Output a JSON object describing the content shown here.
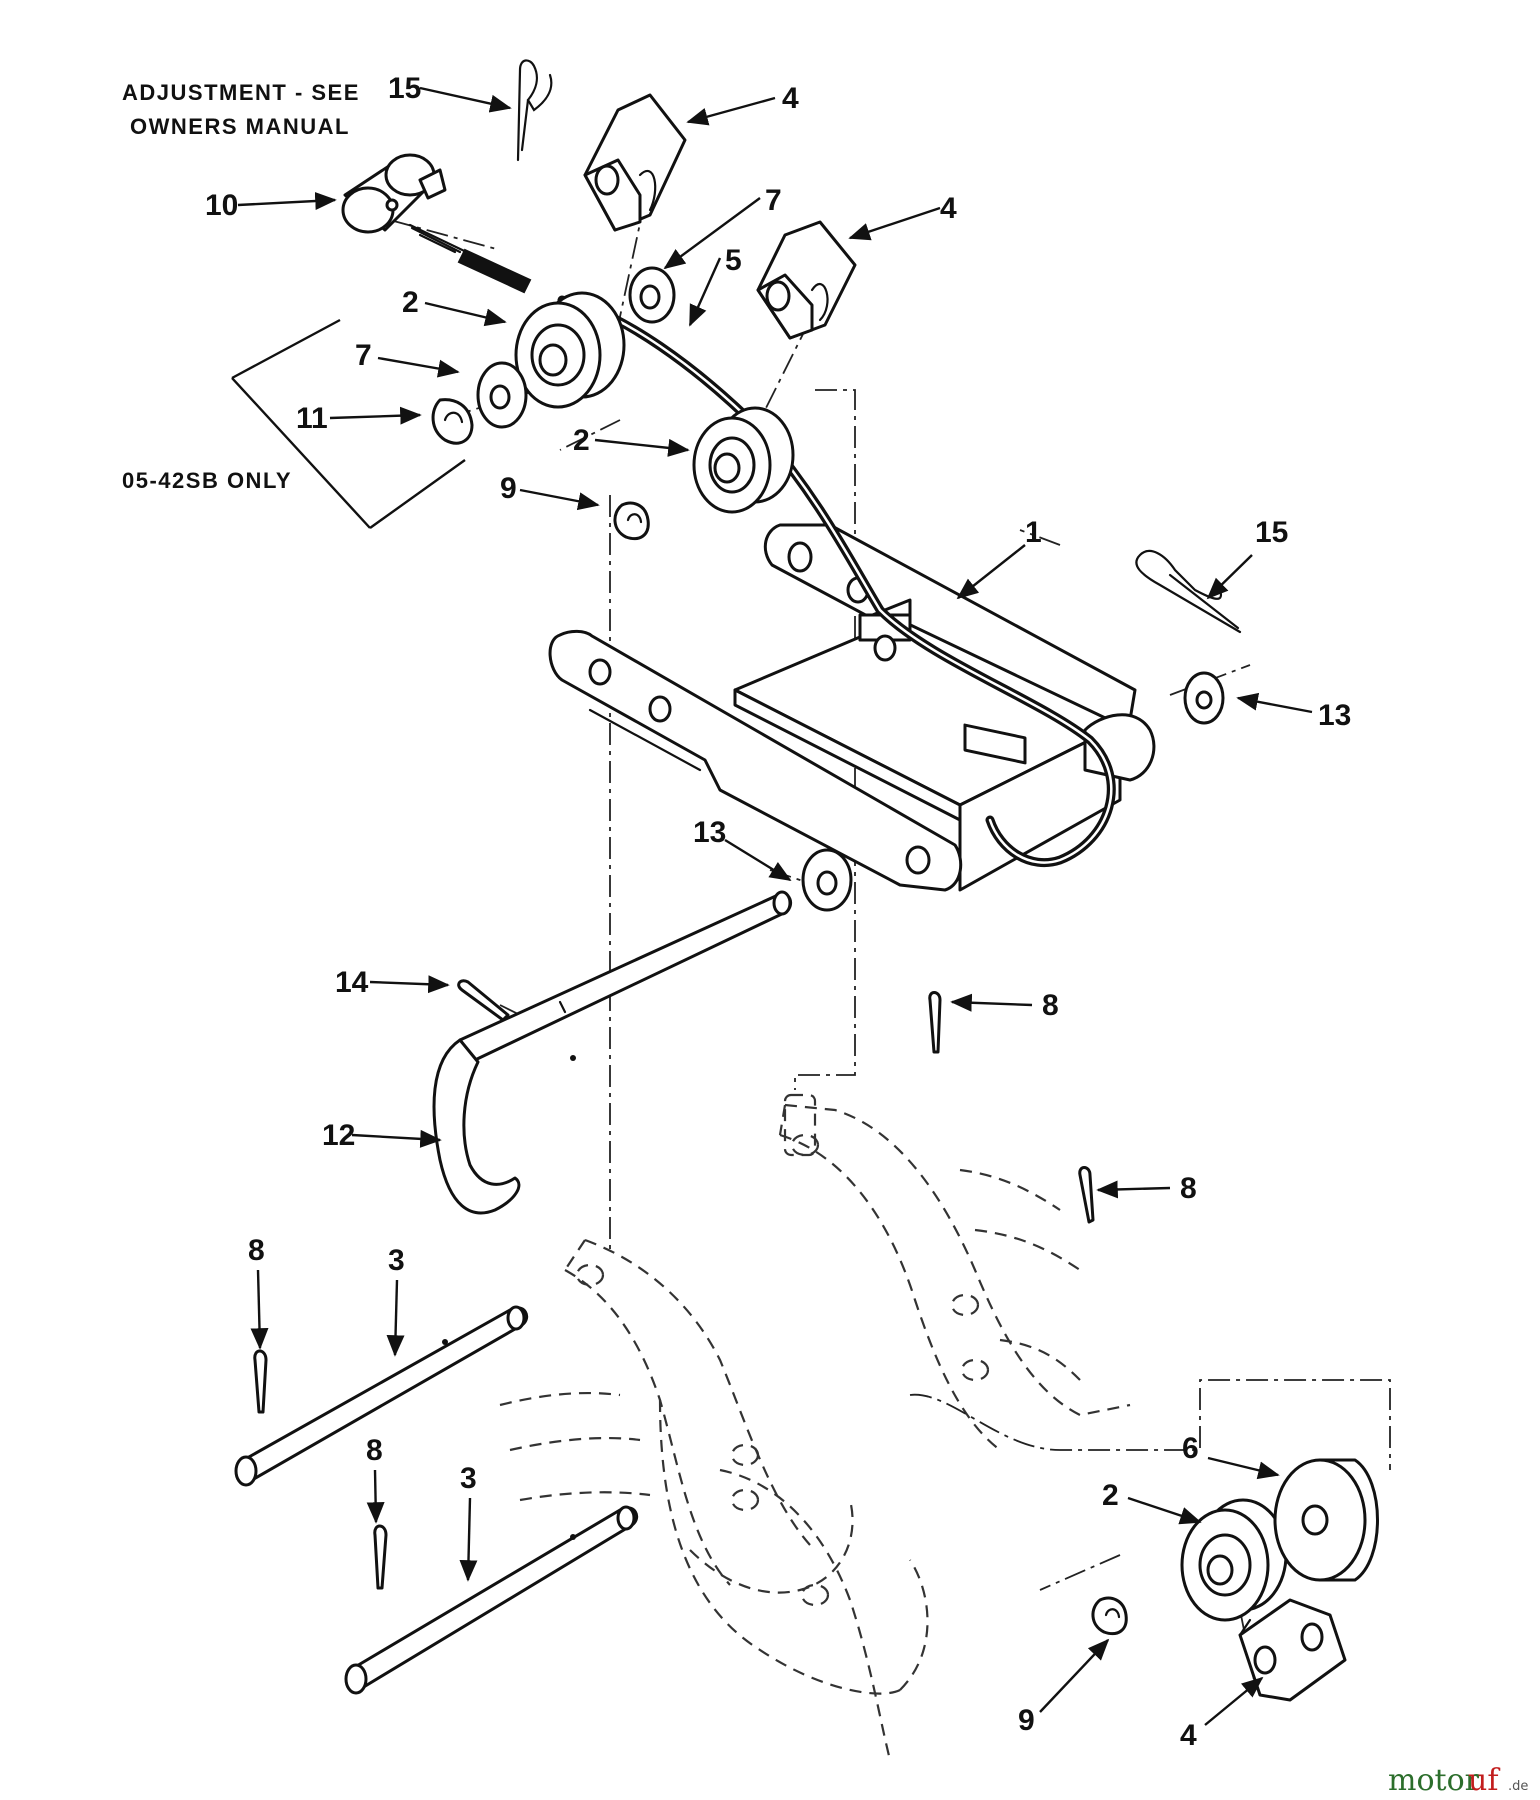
{
  "notes": {
    "adjustment_line1": "ADJUSTMENT - SEE",
    "adjustment_line2": "OWNERS MANUAL",
    "model_only": "05-42SB ONLY"
  },
  "callouts": {
    "c1": "1",
    "c2a": "2",
    "c2b": "2",
    "c2c": "2",
    "c3a": "3",
    "c3b": "3",
    "c4a": "4",
    "c4b": "4",
    "c4c": "4",
    "c5": "5",
    "c6": "6",
    "c7a": "7",
    "c7b": "7",
    "c8a": "8",
    "c8b": "8",
    "c8c": "8",
    "c8d": "8",
    "c9a": "9",
    "c9b": "9",
    "c10": "10",
    "c11": "11",
    "c12": "12",
    "c13a": "13",
    "c13b": "13",
    "c14": "14",
    "c15a": "15",
    "c15b": "15"
  },
  "watermark": {
    "part1": "motor",
    "part2": "uf",
    "suffix": ".de"
  },
  "colors": {
    "ink": "#111111",
    "watermark_green": "#2c6e2c",
    "watermark_red": "#c21d1d"
  }
}
